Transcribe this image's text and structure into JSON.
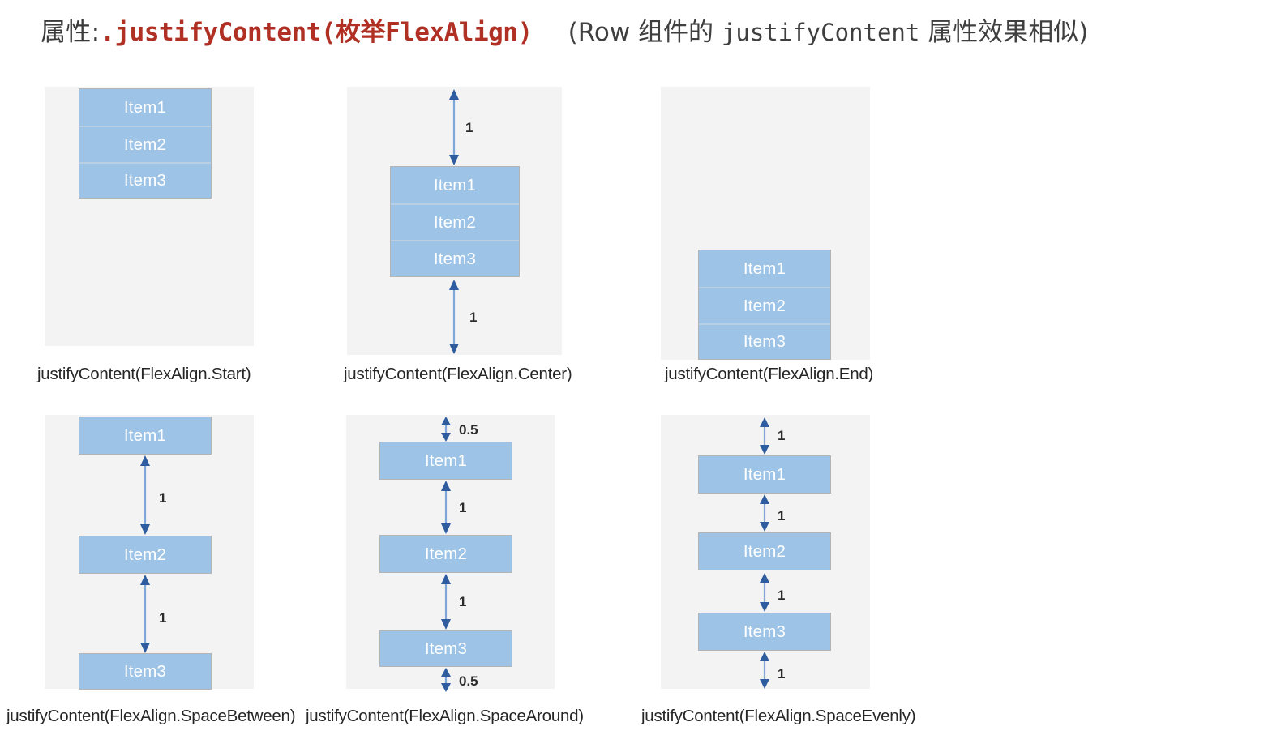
{
  "title": {
    "prefix": "属性:",
    "code": ".justifyContent(枚举FlexAlign)",
    "note_open": "(Row 组件的 ",
    "note_code": "justifyContent",
    "note_close": " 属性效果相似)"
  },
  "colors": {
    "item_fill": "#9dc3e6",
    "item_border": "#b4b4b4",
    "frame_bg": "#f3f3f3",
    "arrow_head": "#2e5c9e",
    "arrow_line": "#7fa6d8",
    "title_red": "#b03124",
    "title_black": "#3a3a3a",
    "item_text": "#ffffff",
    "caption_text": "#262626"
  },
  "items": {
    "one": "Item1",
    "two": "Item2",
    "three": "Item3"
  },
  "panels": [
    {
      "id": "start",
      "caption": "justifyContent(FlexAlign.Start)",
      "items": [
        "Item1",
        "Item2",
        "Item3"
      ],
      "gaps": []
    },
    {
      "id": "center",
      "caption": "justifyContent(FlexAlign.Center)",
      "items": [
        "Item1",
        "Item2",
        "Item3"
      ],
      "gaps": [
        {
          "position": "top",
          "value": "1"
        },
        {
          "position": "bottom",
          "value": "1"
        }
      ]
    },
    {
      "id": "end",
      "caption": "justifyContent(FlexAlign.End)",
      "items": [
        "Item1",
        "Item2",
        "Item3"
      ],
      "gaps": []
    },
    {
      "id": "space-between",
      "caption": "justifyContent(FlexAlign.SpaceBetween)",
      "items": [
        "Item1",
        "Item2",
        "Item3"
      ],
      "gaps": [
        {
          "position": "between-1-2",
          "value": "1"
        },
        {
          "position": "between-2-3",
          "value": "1"
        }
      ]
    },
    {
      "id": "space-around",
      "caption": "justifyContent(FlexAlign.SpaceAround)",
      "items": [
        "Item1",
        "Item2",
        "Item3"
      ],
      "gaps": [
        {
          "position": "top",
          "value": "0.5"
        },
        {
          "position": "between-1-2",
          "value": "1"
        },
        {
          "position": "between-2-3",
          "value": "1"
        },
        {
          "position": "bottom",
          "value": "0.5"
        }
      ]
    },
    {
      "id": "space-evenly",
      "caption": "justifyContent(FlexAlign.SpaceEvenly)",
      "items": [
        "Item1",
        "Item2",
        "Item3"
      ],
      "gaps": [
        {
          "position": "top",
          "value": "1"
        },
        {
          "position": "between-1-2",
          "value": "1"
        },
        {
          "position": "between-2-3",
          "value": "1"
        },
        {
          "position": "bottom",
          "value": "1"
        }
      ]
    }
  ]
}
